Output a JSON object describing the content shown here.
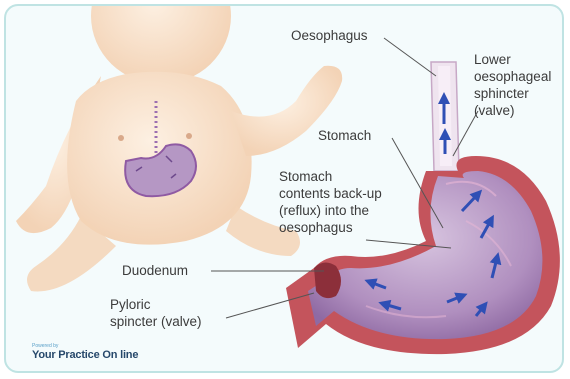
{
  "labels": {
    "oesophagus": "Oesophagus",
    "les_line1": "Lower",
    "les_line2": "oesophageal",
    "les_line3": "sphincter",
    "les_line4": "(valve)",
    "stomach": "Stomach",
    "reflux_line1": "Stomach",
    "reflux_line2": "contents back-up",
    "reflux_line3": "(reflux) into the",
    "reflux_line4": "oesophagus",
    "duodenum": "Duodenum",
    "pyloric_line1": "Pyloric",
    "pyloric_line2": "spincter (valve)"
  },
  "logo": {
    "powered": "Powered by",
    "brand": "Your Practice On line"
  },
  "colors": {
    "frame_border": "#bfe3e3",
    "skin": "#fbe4cf",
    "stomach_wall": "#c4545c",
    "stomach_inner": "#a886b4",
    "arrow": "#2f4fb5",
    "leader_line": "#555555"
  }
}
